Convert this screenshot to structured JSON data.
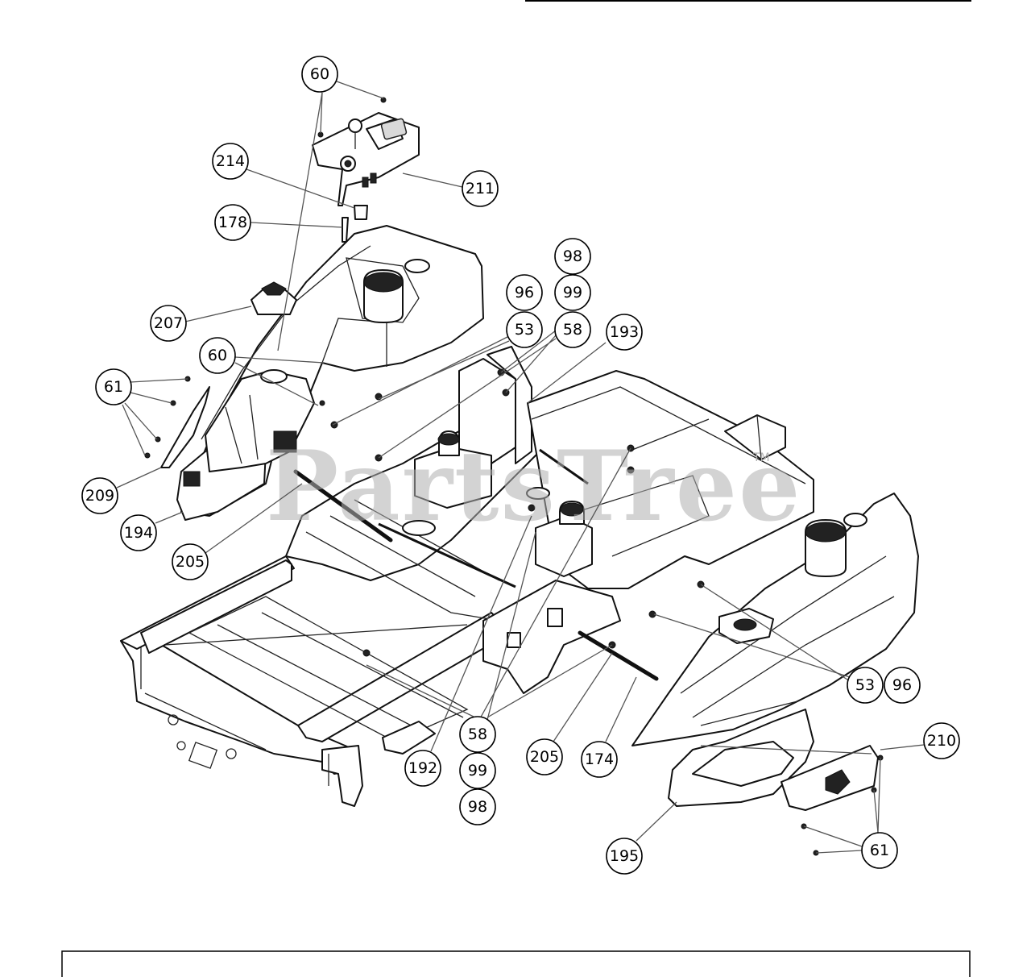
{
  "watermark": {
    "text": "PartsTree",
    "trademark": "TM"
  },
  "callouts": [
    {
      "id": "c60a",
      "label": "60"
    },
    {
      "id": "c214",
      "label": "214"
    },
    {
      "id": "c211",
      "label": "211"
    },
    {
      "id": "c178",
      "label": "178"
    },
    {
      "id": "c207",
      "label": "207"
    },
    {
      "id": "c60b",
      "label": "60"
    },
    {
      "id": "c61a",
      "label": "61"
    },
    {
      "id": "c209",
      "label": "209"
    },
    {
      "id": "c194",
      "label": "194"
    },
    {
      "id": "c205a",
      "label": "205"
    },
    {
      "id": "c98a",
      "label": "98"
    },
    {
      "id": "c99a",
      "label": "99"
    },
    {
      "id": "c96a",
      "label": "96"
    },
    {
      "id": "c53a",
      "label": "53"
    },
    {
      "id": "c58a",
      "label": "58"
    },
    {
      "id": "c193",
      "label": "193"
    },
    {
      "id": "c53b",
      "label": "53"
    },
    {
      "id": "c96b",
      "label": "96"
    },
    {
      "id": "c210",
      "label": "210"
    },
    {
      "id": "c58b",
      "label": "58"
    },
    {
      "id": "c192",
      "label": "192"
    },
    {
      "id": "c99b",
      "label": "99"
    },
    {
      "id": "c98b",
      "label": "98"
    },
    {
      "id": "c205b",
      "label": "205"
    },
    {
      "id": "c174",
      "label": "174"
    },
    {
      "id": "c195",
      "label": "195"
    },
    {
      "id": "c61b",
      "label": "61"
    }
  ]
}
